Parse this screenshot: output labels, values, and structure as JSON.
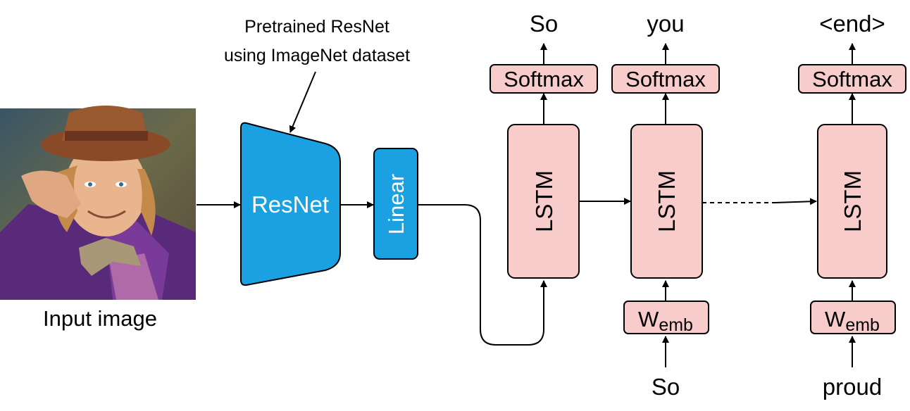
{
  "input": {
    "caption": "Input image"
  },
  "annotation": {
    "line1": "Pretrained ResNet",
    "line2": "using ImageNet dataset"
  },
  "encoder": {
    "resnet_label": "ResNet",
    "linear_label": "Linear"
  },
  "decoder": {
    "steps": [
      {
        "lstm_label": "LSTM",
        "softmax_label": "Softmax",
        "output_word": "So"
      },
      {
        "lstm_label": "LSTM",
        "softmax_label": "Softmax",
        "output_word": "you",
        "emb_label_main": "W",
        "emb_label_sub": "emb",
        "input_word": "So"
      },
      {
        "lstm_label": "LSTM",
        "softmax_label": "Softmax",
        "output_word": "<end>",
        "emb_label_main": "W",
        "emb_label_sub": "emb",
        "input_word": "proud"
      }
    ]
  },
  "colors": {
    "lstm_fill": "#f9cccc",
    "encoder_fill": "#1ba1e2"
  }
}
